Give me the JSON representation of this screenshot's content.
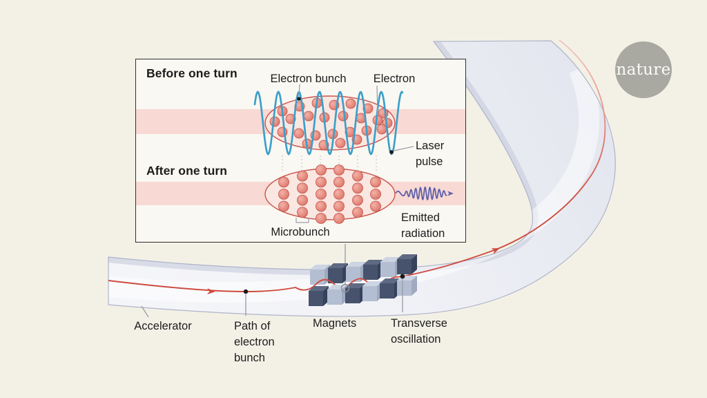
{
  "logo": {
    "text": "nature"
  },
  "inset": {
    "before_label": "Before one turn",
    "electron_bunch_label": "Electron bunch",
    "electron_label": "Electron",
    "laser_pulse_label": "Laser pulse",
    "after_label": "After one turn",
    "microbunch_label": "Microbunch",
    "emitted_radiation_label": "Emitted radiation"
  },
  "labels": {
    "accelerator": "Accelerator",
    "path_of_electron_bunch": "Path of electron bunch",
    "magnets": "Magnets",
    "transverse_oscillation": "Transverse oscillation"
  },
  "colors": {
    "background": "#f3f1e6",
    "inset_background": "#faf8f2",
    "pink_band": "#f8d9d4",
    "ellipse_fill": "#fae7e2",
    "ellipse_stroke": "#c9534b",
    "electron_dot_light": "#f4b2a8",
    "electron_dot_dark": "#dd7467",
    "electron_dot_stroke": "#bf5349",
    "laser_wave": "#3d9fca",
    "emitted_wave": "#5d5fa8",
    "electron_path": "#cf4b3f",
    "electron_path_faded": "#f0c4be",
    "band_fill": "#f0f1f6",
    "band_edge": "#abb0c6",
    "band_wall": "#c7ccdc",
    "leader": "#9aa0a8",
    "marker": "#1a1a1a",
    "magnet_dark": {
      "front": "#47536c",
      "top": "#5e6a83",
      "side": "#36425b"
    },
    "magnet_light": {
      "front": "#b4bed2",
      "top": "#cdd4e2",
      "side": "#9fa9c0"
    },
    "logo_circle": "#a9a8a1",
    "text": "#1c1c1c"
  }
}
